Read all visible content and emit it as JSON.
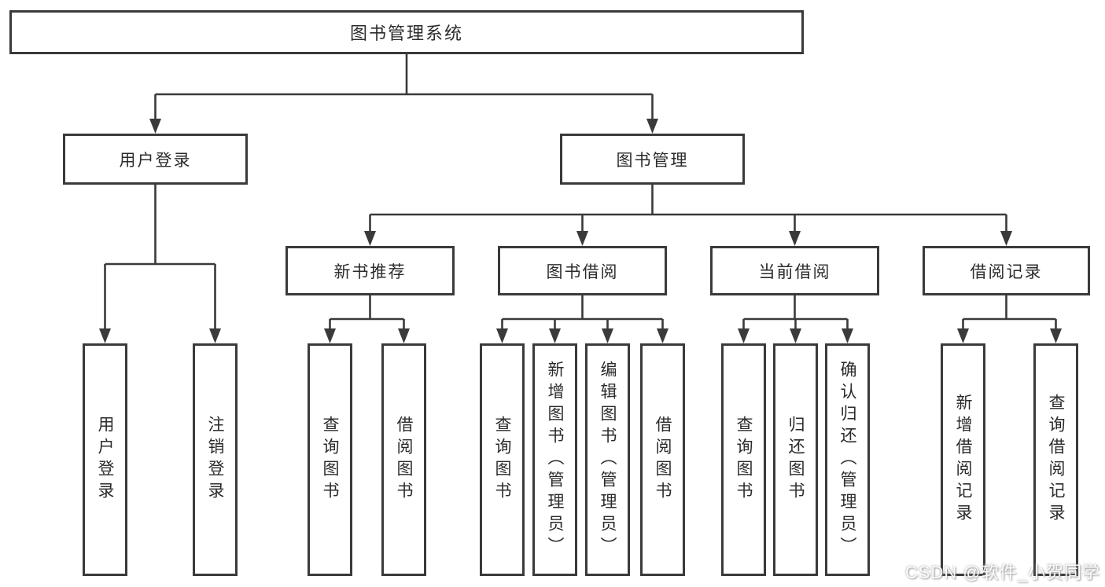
{
  "page": {
    "background_color": "#ffffff",
    "line_color": "#3a3a3a",
    "text_color": "#2b2b2b",
    "watermark_color": "#ffffff"
  },
  "watermark": {
    "text": "CSDN @软件_小贺同学"
  },
  "tree": {
    "root": {
      "label": "图书管理系统"
    },
    "branches": [
      {
        "label": "用户登录",
        "children": [
          {
            "label": "用户登录"
          },
          {
            "label": "注销登录"
          }
        ]
      },
      {
        "label": "图书管理",
        "children": [
          {
            "label": "新书推荐",
            "children": [
              {
                "label": "查询图书"
              },
              {
                "label": "借阅图书"
              }
            ]
          },
          {
            "label": "图书借阅",
            "children": [
              {
                "label": "查询图书"
              },
              {
                "label": "新增图书（管理员）"
              },
              {
                "label": "编辑图书（管理员）"
              },
              {
                "label": "借阅图书"
              }
            ]
          },
          {
            "label": "当前借阅",
            "children": [
              {
                "label": "查询图书"
              },
              {
                "label": "归还图书"
              },
              {
                "label": "确认归还（管理员）"
              }
            ]
          },
          {
            "label": "借阅记录",
            "children": [
              {
                "label": "新增借阅记录"
              },
              {
                "label": "查询借阅记录"
              }
            ]
          }
        ]
      }
    ]
  }
}
